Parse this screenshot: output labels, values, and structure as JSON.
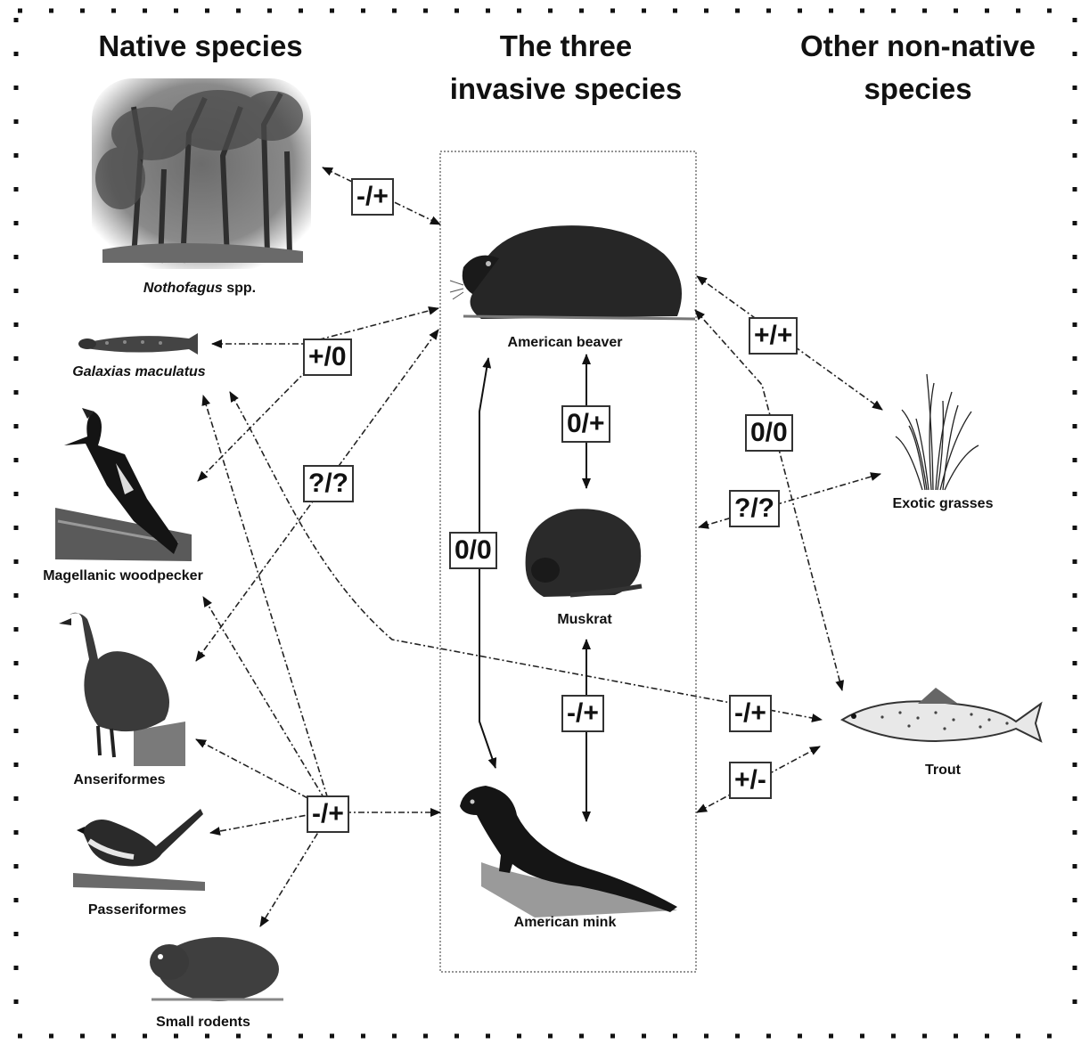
{
  "headers": {
    "native": "Native species",
    "invasive": "The three\ninvasive species",
    "other": "Other non-native\nspecies"
  },
  "species": {
    "nothofagus": {
      "genus": "Nothofagus",
      "suffix": " spp."
    },
    "galaxias": "Galaxias maculatus",
    "woodpecker": "Magellanic woodpecker",
    "anseriformes": "Anseriformes",
    "passeriformes": "Passeriformes",
    "rodents": "Small rodents",
    "beaver": "American beaver",
    "muskrat": "Muskrat",
    "mink": "American mink",
    "grasses": "Exotic grasses",
    "trout": "Trout"
  },
  "relations": {
    "nothofagus_beaver": "-/+",
    "galaxias_woodpecker_beaver": "+/0",
    "anseriformes_beaver": "?/?",
    "beaver_muskrat": "0/+",
    "beaver_mink": "0/0",
    "muskrat_mink": "-/+",
    "mink_natives": "-/+",
    "beaver_grasses": "+/+",
    "beaver_trout": "0/0",
    "muskrat_grasses": "?/?",
    "galaxias_trout": "-/+",
    "mink_trout": "+/-"
  }
}
